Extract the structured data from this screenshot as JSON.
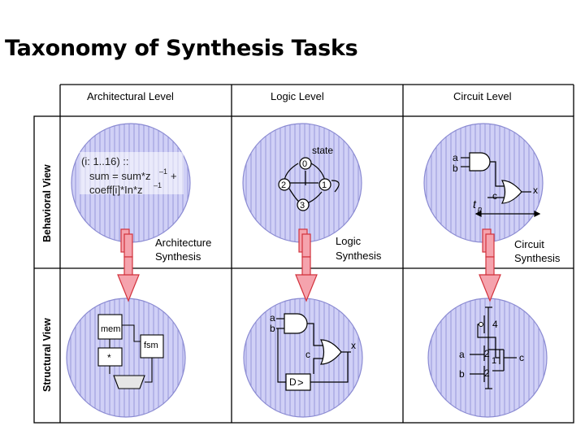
{
  "slide_title": "Taxonomy of Synthesis Tasks",
  "columns": [
    "Architectural Level",
    "Logic Level",
    "Circuit Level"
  ],
  "rows": [
    "Behavioral View",
    "Structural View"
  ],
  "behavioral": {
    "architectural_code": [
      "(i: 1..16) ::",
      "sum = sum*z",
      "–1",
      "+",
      "coeff[i]*In*z",
      "–1"
    ],
    "logic_state_label": "state",
    "logic_states": [
      "0",
      "2",
      "1",
      "3"
    ],
    "circuit_inputs": [
      "a",
      "b"
    ],
    "circuit_node": "c",
    "circuit_output": "x",
    "circuit_delay": "t",
    "circuit_delay_sub": "p"
  },
  "synthesis_labels": [
    [
      "Architecture",
      "Synthesis"
    ],
    [
      "Logic",
      "Synthesis"
    ],
    [
      "Circuit",
      "Synthesis"
    ]
  ],
  "structural": {
    "arch_blocks": [
      "mem",
      "fsm",
      "*"
    ],
    "logic_inputs": [
      "a",
      "b"
    ],
    "logic_node": "c",
    "logic_output": "x",
    "logic_ff": "D",
    "circuit_inputs": [
      "a",
      "b"
    ],
    "circuit_sizes": [
      "4",
      "2",
      "1",
      "2"
    ],
    "circuit_output": "c"
  },
  "colors": {
    "circle_fill": "#c9c9f4",
    "circle_line": "#8f8fd0",
    "arrow_fill": "#f5a3ad",
    "arrow_stroke": "#d2323c"
  }
}
